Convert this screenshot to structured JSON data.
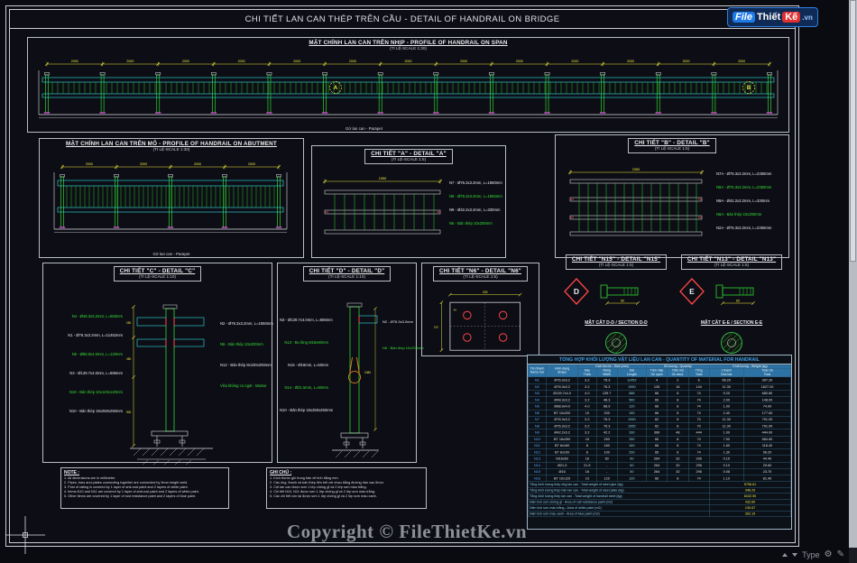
{
  "sheet_title": "CHI TIẾT LAN CAN THÉP TRÊN CẦU - DETAIL OF HANDRAIL ON BRIDGE",
  "copyright": "Copyright © FileThietKe.vn",
  "logo": {
    "file": "File",
    "thiet": "Thiết",
    "ke": "Kế",
    "vn": ".vn"
  },
  "colors": {
    "dim_yellow": "#f2e93c",
    "post_green": "#2fd42f",
    "rail_cyan": "#2de2e2",
    "marker_red": "#ff4646",
    "magenta": "#ff5cff",
    "white_line": "#dde1e5",
    "accent_blue": "#3f9fe8",
    "orange": "#ff8c1a",
    "logo_blue": "#1f7ae8",
    "logo_red": "#e03030"
  },
  "span": {
    "title": "MẶT CHÍNH LAN CAN TRÊN NHỊP - PROFILE OF HANDRAIL ON SPAN",
    "scale": "(TỈ LỆ-SCALE 1:30)",
    "dim": "2000",
    "caption": "Gờ lan can - Parapet",
    "callout_a": "A",
    "callout_b": "B"
  },
  "abutment": {
    "title": "MẶT CHÍNH LAN CAN TRÊN MỐ - PROFILE OF HANDRAIL ON ABUTMENT",
    "scale": "(TỈ LỆ-SCALE 1:30)",
    "dim": "2000",
    "caption": "Gờ lan can - Parapet"
  },
  "detail_a": {
    "title": "CHI TIẾT \"A\" - DETAIL \"A\"",
    "scale": "(TỈ LỆ-SCALE 1:5)",
    "dim": "1950",
    "annotations": [
      {
        "text": "N7 - Ø76.3x3.2mm, L=1950mm",
        "color": "#e9ebee"
      },
      {
        "text": "N8 - Ø76.3x3.2mm, L=1950mm",
        "color": "#36df36"
      },
      {
        "text": "N9 - Ø42.2x3.2mm, L=330mm",
        "color": "#e9ebee"
      },
      {
        "text": "N6 - Bản thép 10x200mm",
        "color": "#36df36"
      }
    ]
  },
  "detail_b": {
    "title": "CHI TIẾT \"B\" - DETAIL \"B\"",
    "scale": "(TỈ LỆ-SCALE 1:5)",
    "dim": "2350",
    "annotations": [
      {
        "text": "N7A - Ø76.3x3.2mm, L=2350mm",
        "color": "#e9ebee"
      },
      {
        "text": "N8A - Ø76.3x3.2mm, L=2350mm",
        "color": "#36df36"
      },
      {
        "text": "N9A - Ø42.2x3.2mm, L=330mm",
        "color": "#e9ebee"
      },
      {
        "text": "N6A - Bản thép 10x200mm",
        "color": "#36df36"
      },
      {
        "text": "N2A - Ø76.3x3.2mm, L=2350mm",
        "color": "#e9ebee"
      }
    ]
  },
  "detail_c": {
    "title": "CHI TIẾT \"C\" - DETAIL \"C\"",
    "scale": "(TỈ LỆ-SCALE 1:10)",
    "dims": [
      "250",
      "450",
      "900"
    ],
    "left": [
      {
        "text": "N4 - Ø48.3x3.2mm, L=560mm",
        "color": "#36df36"
      },
      {
        "text": "N1 - Ø76.3x3.2mm, L=11452mm",
        "color": "#e9ebee"
      },
      {
        "text": "N5 - Ø88.9x4.0mm, L=120mm",
        "color": "#36df36"
      },
      {
        "text": "N3 - Ø139.7x4.0mm, L=686mm",
        "color": "#e9ebee"
      },
      {
        "text": "N16 - Bản thép 10x120x120mm",
        "color": "#36df36"
      },
      {
        "text": "N10 - Bản thép 16x250x250mm",
        "color": "#e9ebee"
      }
    ],
    "right": [
      {
        "text": "N2 - Ø76.3x3.2mm, L=1950mm",
        "color": "#e9ebee"
      },
      {
        "text": "N6 - Bản thép 10x200mm",
        "color": "#36df36"
      },
      {
        "text": "N12 - Bản thép 8x100x200mm",
        "color": "#e9ebee"
      },
      {
        "text": "Vữa không co ngót - Mortar",
        "color": "#36df36"
      }
    ]
  },
  "detail_d": {
    "title": "CHI TIẾT \"D\" - DETAIL \"D\"",
    "scale": "(TỈ LỆ-SCALE 1:10)",
    "dims": [
      "1080"
    ],
    "left": [
      {
        "text": "N3 - Ø139.7x4.0mm, L=686mm",
        "color": "#e9ebee"
      },
      {
        "text": "N13 - Bu lông M16x60mm",
        "color": "#36df36"
      },
      {
        "text": "N15 - Ø16mm, L=50mm",
        "color": "#e9ebee"
      },
      {
        "text": "N14 - Ø21.5mm, L=60mm",
        "color": "#36df36"
      },
      {
        "text": "N10 - Bản thép 16x250x250mm",
        "color": "#e9ebee"
      }
    ],
    "right": [
      {
        "text": "N2 - Ø76.3x3.2mm",
        "color": "#e9ebee"
      },
      {
        "text": "N6 - Bản thép 10x200mm",
        "color": "#36df36"
      }
    ]
  },
  "detail_n6": {
    "title": "CHI TIẾT \"N6\" - DETAIL \"N6\"",
    "scale": "(TỈ LỆ-SCALE 1:5)",
    "dims": [
      "200",
      "150",
      "40"
    ]
  },
  "n15": {
    "title": "CHI TIẾT \"N15\" - DETAIL \"N15\"",
    "scale": "(TỈ LỆ-SCALE 1:5)",
    "letter": "D",
    "dim": "50"
  },
  "n13": {
    "title": "CHI TIẾT \"N13\" - DETAIL \"N13\"",
    "scale": "(TỈ LỆ-SCALE 1:5)",
    "letter": "E",
    "dim": "60"
  },
  "sections": {
    "dd": "MẶT CẮT D-D / SECTION D-D",
    "ee": "MẶT CẮT E-E / SECTION E-E"
  },
  "table": {
    "title": "TỔNG HỢP KHỐI LƯỢNG VẬT LIỆU LAN CAN - QUANTITY OF MATERIAL FOR HANDRAIL",
    "header_top": [
      {
        "t": "Tên thanh\nName bar",
        "rs": 2
      },
      {
        "t": "Hình dạng\nShape",
        "rs": 2
      },
      {
        "t": "Kích thước - Size (mm)",
        "cs": 3
      },
      {
        "t": "Số lượng - Quantity",
        "cs": 3
      },
      {
        "t": "Khối lượng - Weight (kg)",
        "cs": 2
      }
    ],
    "header_sub": [
      "Dày\nThick",
      "Rộng\nWidth",
      "Dài\nLength",
      "Trên nhịp\nOn span",
      "Trên mố\nOn abut.",
      "Tổng\nTotal",
      "1 thanh\nOne bar",
      "Toàn bộ\nTotal"
    ],
    "rows": [
      [
        "N1",
        "Ø76.3x3.2",
        "3.2",
        "76.3",
        "11452",
        "4",
        "2",
        "6",
        "66.20",
        "397.20"
      ],
      [
        "N2",
        "Ø76.3x3.2",
        "3.2",
        "76.3",
        "1950",
        "128",
        "16",
        "144",
        "11.30",
        "1627.20"
      ],
      [
        "N3",
        "Ø139.7x4.0",
        "4.0",
        "139.7",
        "686",
        "66",
        "8",
        "74",
        "9.20",
        "680.80"
      ],
      [
        "N4",
        "Ø48.3x3.2",
        "3.2",
        "48.3",
        "560",
        "66",
        "8",
        "74",
        "2.00",
        "148.00"
      ],
      [
        "N5",
        "Ø88.9x4.0",
        "4.0",
        "88.9",
        "120",
        "66",
        "8",
        "74",
        "1.00",
        "74.00"
      ],
      [
        "N6",
        "BT 10x200",
        "10",
        "200",
        "150",
        "66",
        "8",
        "74",
        "2.40",
        "177.60"
      ],
      [
        "N7",
        "Ø76.3x3.2",
        "3.2",
        "76.3",
        "1950",
        "62",
        "8",
        "70",
        "11.30",
        "791.00"
      ],
      [
        "N8",
        "Ø76.3x3.2",
        "3.2",
        "76.3",
        "1950",
        "62",
        "8",
        "70",
        "11.30",
        "791.00"
      ],
      [
        "N9",
        "Ø42.2x3.2",
        "3.2",
        "42.2",
        "330",
        "396",
        "48",
        "444",
        "1.00",
        "444.00"
      ],
      [
        "N10",
        "BT 16x250",
        "16",
        "250",
        "250",
        "66",
        "8",
        "74",
        "7.90",
        "584.60"
      ],
      [
        "N11",
        "BT 8x160",
        "8",
        "160",
        "160",
        "66",
        "8",
        "74",
        "1.60",
        "118.40"
      ],
      [
        "N12",
        "BT 8x100",
        "8",
        "100",
        "200",
        "66",
        "8",
        "74",
        "1.30",
        "96.20"
      ],
      [
        "N13",
        "M16x60",
        "16",
        "60",
        "60",
        "264",
        "32",
        "296",
        "0.15",
        "44.40"
      ],
      [
        "N14",
        "Ø21.5",
        "21.5",
        "-",
        "60",
        "264",
        "32",
        "296",
        "0.10",
        "29.60"
      ],
      [
        "N15",
        "Ø16",
        "16",
        "-",
        "50",
        "264",
        "32",
        "296",
        "0.08",
        "23.70"
      ],
      [
        "N16",
        "BT 10x120",
        "10",
        "120",
        "120",
        "66",
        "8",
        "74",
        "1.10",
        "81.40"
      ]
    ],
    "footers": [
      [
        "Tổng khối lượng thép ống lan can - Total weight of steel pipe (kg)",
        "5756.61"
      ],
      [
        "Tổng khối lượng thép bản lan can - Total weight of steel plate (kg)",
        "346.29"
      ],
      [
        "Tổng khối lượng thép lan can - Total weight of handrail steel (kg)",
        "6102.90"
      ],
      [
        "Diện tích sơn chống gỉ - Area of rust resistance paint (m2)",
        "432.60"
      ],
      [
        "Diện tích sơn màu trắng - Area of white paint (m2)",
        "130.67"
      ],
      [
        "Diện tích sơn màu xanh - Area of blue paint (m2)",
        "302.19"
      ]
    ]
  },
  "note": {
    "title": "NOTE :",
    "items": [
      "1. All dimensions are in millimeter.",
      "2. Pipes, bars and plates connecting together are connected by 5mm height weld.",
      "3. Post of railing is covered by 1 layer of anti-rust paint and 2 layers of white paint.",
      "4. Items N10 and N11 are covered by 1 layer of anti-rust paint and 2 layers of white paint.",
      "5. Other items are covered by 1 layer of rust resistance paint and 2 layers of blue paint."
    ]
  },
  "ghichu": {
    "title": "GHI CHÚ :",
    "items": [
      "1. Kích thước ghi trong bản vẽ tính bằng mm.",
      "2. Các ống, thanh và bản thép liên kết với nhau bằng đường hàn cao 5mm.",
      "3. Cột lan can được sơn 1 lớp chống gỉ và 2 lớp sơn màu trắng.",
      "4. Chi tiết N10, N11 được sơn 1 lớp chống gỉ và 2 lớp sơn màu trắng.",
      "5. Các chi tiết còn lại được sơn 1 lớp chống gỉ và 2 lớp sơn màu xanh."
    ]
  },
  "statusbar": {
    "type_label": "Type"
  }
}
